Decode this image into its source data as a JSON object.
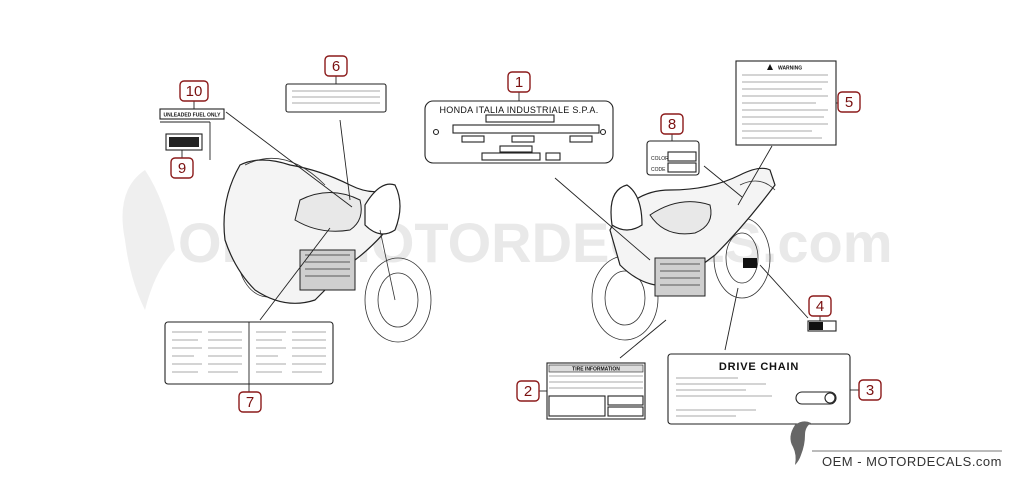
{
  "callouts": [
    "1",
    "2",
    "3",
    "4",
    "5",
    "6",
    "7",
    "8",
    "9",
    "10"
  ],
  "labels": {
    "plate_text": "HONDA ITALIA INDUSTRIALE S.P.A.",
    "warning_text": "WARNING",
    "tire_text": "TIRE INFORMATION",
    "drive_chain_text": "DRIVE CHAIN",
    "fuel_text": "UNLEADED FUEL ONLY",
    "color_text": "COLOR",
    "code_text": "CODE"
  },
  "watermark": {
    "background_text": "OEM-MOTORDECALS.com",
    "footer_text": "OEM - MOTORDECALS.com"
  },
  "colors": {
    "badge_border": "#8b1a1a",
    "badge_text": "#7a1010",
    "line_art": "#222222",
    "watermark": "#e9e9e9"
  }
}
